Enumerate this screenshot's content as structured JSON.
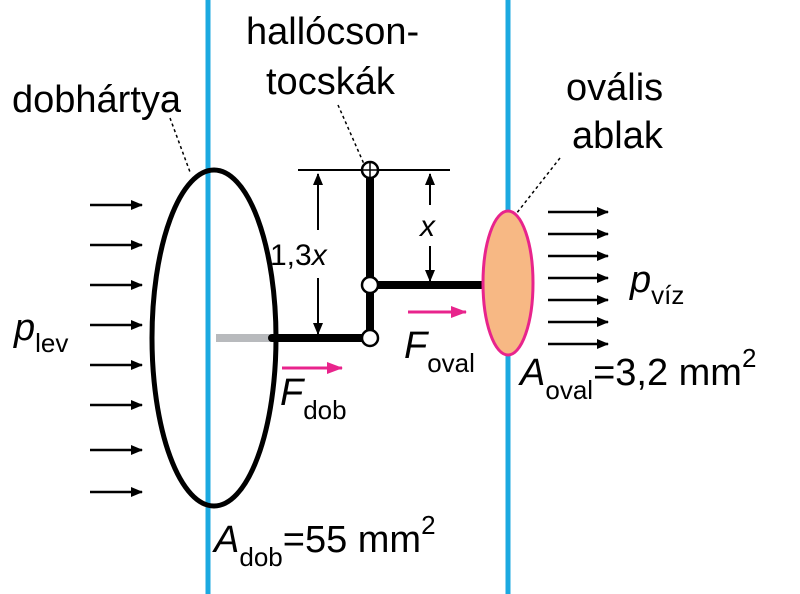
{
  "labels": {
    "eardrum": "dobhártya",
    "ossicles_line1": "hallócson-",
    "ossicles_line2": "tocskák",
    "oval_line1": "ovális",
    "oval_line2": "ablak",
    "lever_long": "1,3",
    "lever_var": "x",
    "lever_short": "x"
  },
  "pressure_air": {
    "symbol": "p",
    "sub": "lev"
  },
  "pressure_water": {
    "symbol": "p",
    "sub": "víz"
  },
  "force_eardrum": {
    "symbol": "F",
    "sub": "dob"
  },
  "force_oval": {
    "symbol": "F",
    "sub": "oval"
  },
  "area_eardrum": {
    "symbol": "A",
    "sub": "dob",
    "value": "=55 mm",
    "exp": "2"
  },
  "area_oval": {
    "symbol": "A",
    "sub": "oval",
    "value": "=3,2 mm",
    "exp": "2"
  },
  "colors": {
    "membrane_line": "#1ca9e0",
    "force_arrow": "#e8248c",
    "oval_fill": "#f7b884",
    "oval_stroke": "#e8248c",
    "stub": "#b8babd"
  }
}
